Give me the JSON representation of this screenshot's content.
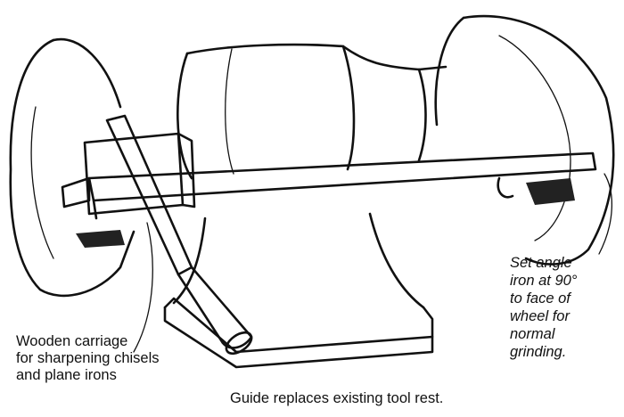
{
  "labels": {
    "carriage": [
      "Wooden carriage",
      "for sharpening chisels",
      "and plane irons"
    ],
    "angle_iron": [
      "Set angle",
      "iron at 90°",
      "to face of",
      "wheel for",
      "normal",
      "grinding."
    ],
    "caption": "Guide replaces existing tool rest."
  }
}
